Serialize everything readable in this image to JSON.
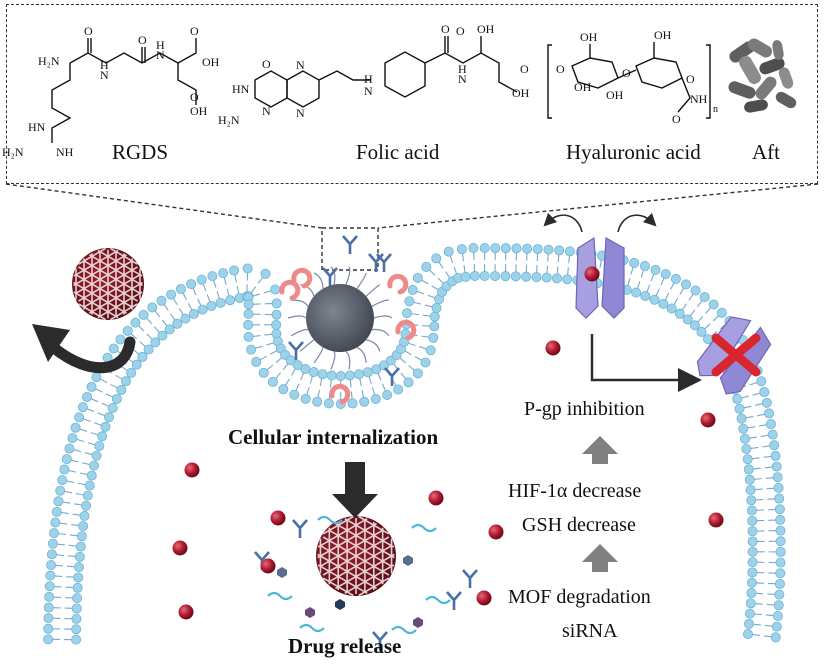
{
  "structures": {
    "rgds": "RGDS",
    "folic_acid": "Folic acid",
    "hyaluronic_acid": "Hyaluronic acid",
    "aft": "Aft"
  },
  "atoms": {
    "h2n": "H₂N",
    "nh2": "H₂N",
    "hn": "HN",
    "nh": "NH",
    "n": "N",
    "h": "H",
    "o": "O",
    "oh": "OH",
    "n_sub": "n"
  },
  "process": {
    "cellular_internalization": "Cellular internalization",
    "drug_release": "Drug release",
    "pgp_inhibition": "P-gp inhibition",
    "hif_decrease": "HIF-1α decrease",
    "gsh_decrease": "GSH decrease",
    "mof_degradation": "MOF degradation",
    "sirna": "siRNA"
  },
  "colors": {
    "lipid_head": "#9dd3ea",
    "lipid_head_edge": "#6fb3d3",
    "lipid_tail": "#7aa7c7",
    "mof": "#7a1420",
    "mof_lattice": "#f2e6e6",
    "drug": "#b0182e",
    "pgp": "#a79fe0",
    "pgp_edge": "#6e65b8",
    "inhibit_x": "#d9262e",
    "ligand_pink": "#ef8a8a",
    "antibody": "#4a6fa5",
    "arrow_dark": "#2b2b2b",
    "arrow_grey": "#808080"
  }
}
